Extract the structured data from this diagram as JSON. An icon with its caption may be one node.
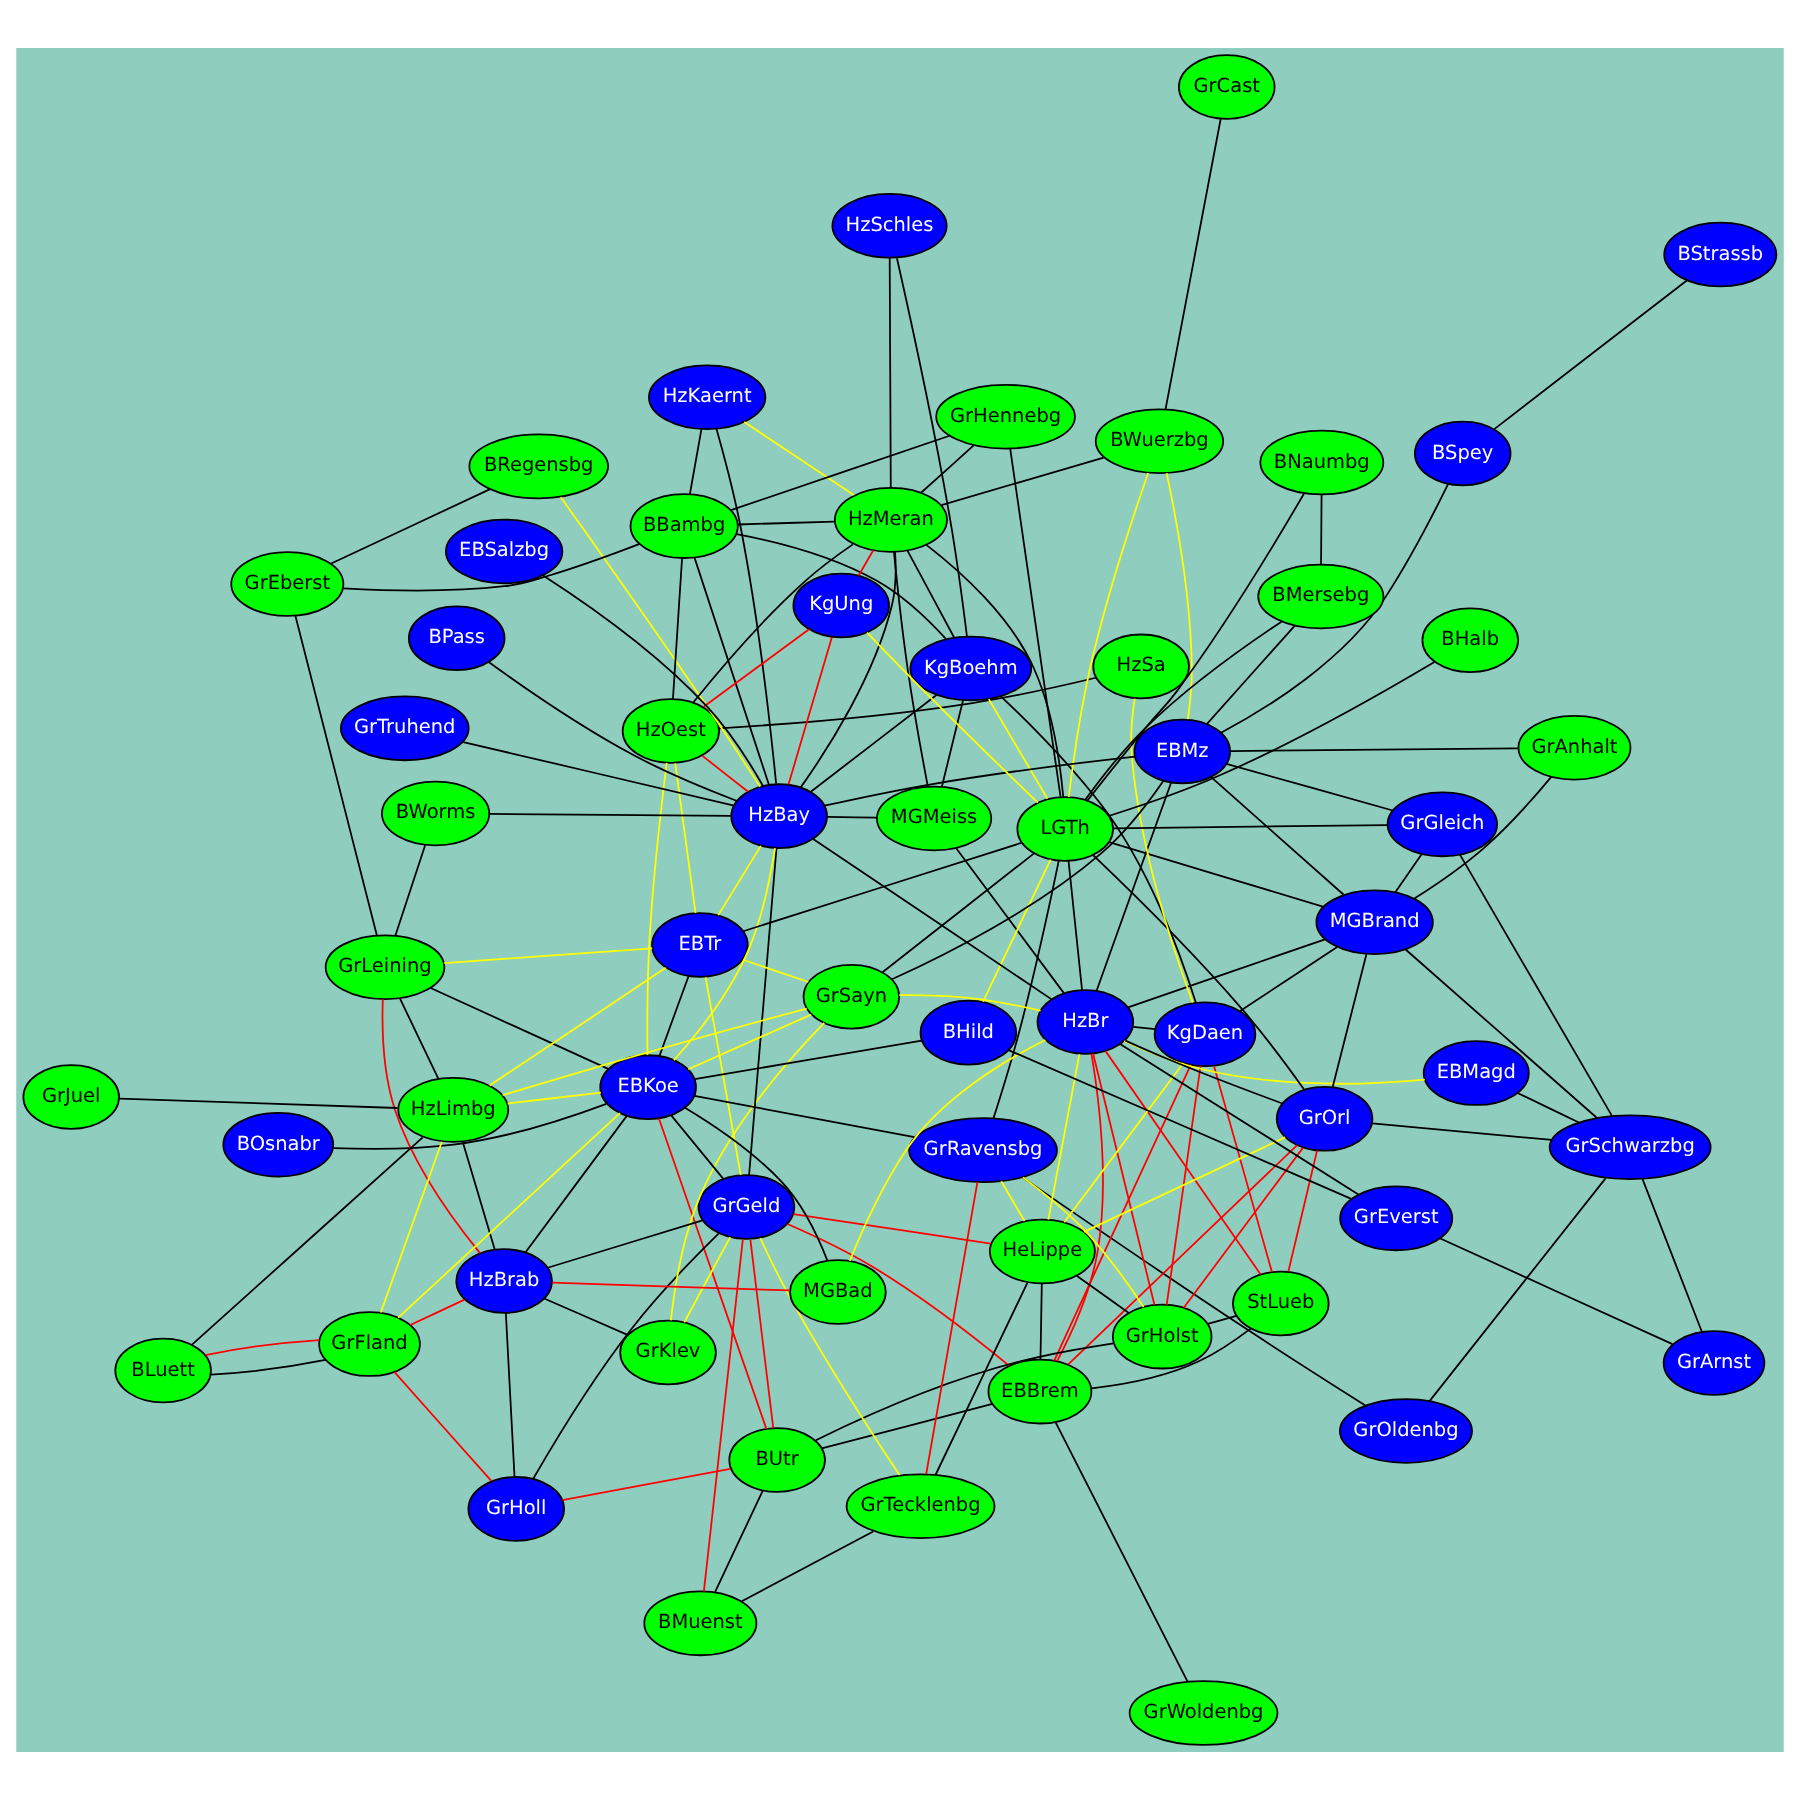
{
  "diagram": {
    "nodes": [
      {
        "text": [
          "GrWoldenbg"
        ]
      },
      {
        "text": [
          "BMuenst"
        ]
      },
      {
        "text": [
          "GrOldenbg"
        ]
      },
      {
        "text": [
          "StLueb"
        ]
      },
      {
        "text": [
          "EBBrem"
        ]
      },
      {
        "text": [
          "BUtr"
        ]
      },
      {
        "text": [
          "GrTecklenbg"
        ]
      },
      {
        "text": [
          "GrHolst"
        ]
      },
      {
        "text": [
          "HeLippe"
        ]
      },
      {
        "text": [
          "EBMagd"
        ]
      },
      {
        "text": [
          "GrHoll"
        ]
      },
      {
        "text": [
          "GrOrl"
        ]
      },
      {
        "text": [
          "KgDaen"
        ]
      },
      {
        "text": [
          "GrSchwarzbg"
        ]
      },
      {
        "text": [
          "GrArnst"
        ]
      },
      {
        "text": [
          "GrKlev"
        ]
      },
      {
        "text": [
          "GrGeld"
        ]
      },
      {
        "text": [
          "BOsnabr"
        ]
      },
      {
        "text": [
          "GrRavensbg"
        ]
      },
      {
        "text": [
          "HzBr"
        ]
      },
      {
        "text": [
          "MGBrand"
        ]
      },
      {
        "text": [
          "MGBad"
        ]
      },
      {
        "text": [
          "HzSa"
        ]
      },
      {
        "text": [
          "HzBrab"
        ]
      },
      {
        "text": [
          "BHild"
        ]
      },
      {
        "text": [
          "GrGleich"
        ]
      },
      {
        "text": [
          "GrFland"
        ]
      },
      {
        "text": [
          "EBKoe"
        ]
      },
      {
        "text": [
          "GrEverst"
        ]
      },
      {
        "text": [
          "BLuett"
        ]
      },
      {
        "text": [
          "GrSayn"
        ]
      },
      {
        "text": [
          "GrAnhalt"
        ]
      },
      {
        "text": [
          "HzLimbg"
        ]
      },
      {
        "text": [
          "MGMeiss"
        ]
      },
      {
        "text": [
          "EBMz"
        ]
      },
      {
        "text": [
          "LGTh"
        ]
      },
      {
        "text": [
          "BSpey"
        ]
      },
      {
        "text": [
          "BStrassb"
        ]
      },
      {
        "text": [
          "EBTr"
        ]
      },
      {
        "text": [
          "HzBay"
        ]
      },
      {
        "text": [
          "KgBoehm"
        ]
      },
      {
        "text": [
          "GrLeining"
        ]
      },
      {
        "text": [
          "HzOest"
        ]
      },
      {
        "text": [
          "KgUng"
        ]
      },
      {
        "text": [
          "BWorms"
        ]
      },
      {
        "text": [
          "GrJuel"
        ]
      },
      {
        "text": [
          "BMersebg"
        ]
      },
      {
        "text": [
          "BHalb"
        ]
      },
      {
        "text": [
          "BRegensbg"
        ]
      },
      {
        "text": [
          "HzMeran"
        ]
      },
      {
        "text": [
          "GrHennebg"
        ]
      },
      {
        "text": [
          "BNaumbg"
        ]
      },
      {
        "text": [
          "EBSalzbg"
        ]
      },
      {
        "text": [
          "BPass"
        ]
      },
      {
        "text": [
          "BBambg"
        ]
      },
      {
        "text": [
          "BWuerzbg"
        ]
      },
      {
        "text": [
          "GrTruhend"
        ]
      },
      {
        "text": [
          "HzKaernt"
        ]
      },
      {
        "text": [
          "GrEberst"
        ]
      },
      {
        "text": [
          "HzSchles"
        ]
      },
      {
        "text": [
          "GrCast"
        ]
      }
    ],
    "edges": [
      {
        "from": 0,
        "to": 4,
        "arrow": "none"
      },
      {
        "from": 1,
        "to": 5,
        "arrow": "none"
      },
      {
        "from": 1,
        "to": 6,
        "arrow": "none"
      },
      {
        "from": 1,
        "to": 16,
        "arrow": "none",
        "color": "#ff0000"
      },
      {
        "from": 5,
        "to": 4,
        "arrow": "none"
      },
      {
        "from": 5,
        "to": 7,
        "arrow": "none"
      },
      {
        "from": 5,
        "to": 10,
        "arrow": "none",
        "color": "#ff0000"
      },
      {
        "from": 5,
        "to": 16,
        "arrow": "none",
        "color": "#ff0000"
      },
      {
        "from": 5,
        "to": 27,
        "arrow": "none",
        "color": "#ff0000"
      },
      {
        "from": 6,
        "to": 8,
        "arrow": "none"
      },
      {
        "from": 6,
        "to": 16,
        "arrow": "none",
        "color": "#ffff00"
      },
      {
        "from": 6,
        "to": 18,
        "arrow": "none",
        "color": "#ff0000"
      },
      {
        "from": 4,
        "to": 8,
        "arrow": "none"
      },
      {
        "from": 4,
        "to": 3,
        "arrow": "none"
      },
      {
        "from": 4,
        "to": 16,
        "arrow": "none",
        "color": "#ff0000"
      },
      {
        "from": 4,
        "to": 19,
        "arrow": "none",
        "color": "#ff0000"
      },
      {
        "from": 4,
        "to": 12,
        "arrow": "none",
        "color": "#ff0000"
      },
      {
        "from": 4,
        "to": 11,
        "arrow": "none",
        "color": "#ff0000"
      },
      {
        "from": 8,
        "to": 16,
        "arrow": "none",
        "color": "#ff0000"
      },
      {
        "from": 8,
        "to": 11,
        "arrow": "none",
        "color": "#ffff00"
      },
      {
        "from": 8,
        "to": 18,
        "arrow": "none",
        "color": "#ffff00"
      },
      {
        "from": 8,
        "to": 19,
        "arrow": "none",
        "color": "#ffff00"
      },
      {
        "from": 8,
        "to": 12,
        "arrow": "none",
        "color": "#ffff00"
      },
      {
        "from": 8,
        "to": 7,
        "arrow": "none"
      },
      {
        "from": 7,
        "to": 3,
        "arrow": "none"
      },
      {
        "from": 7,
        "to": 11,
        "arrow": "none",
        "color": "#ff0000"
      },
      {
        "from": 7,
        "to": 19,
        "arrow": "none",
        "color": "#ff0000"
      },
      {
        "from": 7,
        "to": 12,
        "arrow": "none",
        "color": "#ff0000"
      },
      {
        "from": 7,
        "to": 18,
        "arrow": "none",
        "color": "#ffff00"
      },
      {
        "from": 3,
        "to": 11,
        "arrow": "none",
        "color": "#ff0000"
      },
      {
        "from": 3,
        "to": 12,
        "arrow": "none",
        "color": "#ff0000"
      },
      {
        "from": 3,
        "to": 19,
        "arrow": "none",
        "color": "#ff0000"
      },
      {
        "from": 2,
        "to": 18,
        "arrow": "none"
      },
      {
        "from": 2,
        "to": 13,
        "arrow": "none"
      },
      {
        "from": 9,
        "to": 13,
        "arrow": "none"
      },
      {
        "from": 9,
        "to": 19,
        "arrow": "none",
        "color": "#ffff00"
      },
      {
        "from": 11,
        "to": 13,
        "arrow": "none"
      },
      {
        "from": 11,
        "to": 20,
        "arrow": "none"
      },
      {
        "from": 11,
        "to": 19,
        "arrow": "none"
      },
      {
        "from": 11,
        "to": 35,
        "arrow": "none"
      },
      {
        "from": 13,
        "to": 14,
        "arrow": "none"
      },
      {
        "from": 13,
        "to": 20,
        "arrow": "none"
      },
      {
        "from": 13,
        "to": 25,
        "arrow": "none"
      },
      {
        "from": 14,
        "to": 28,
        "arrow": "none"
      },
      {
        "from": 12,
        "to": 20,
        "arrow": "none"
      },
      {
        "from": 12,
        "to": 19,
        "arrow": "none"
      },
      {
        "from": 12,
        "to": 40,
        "arrow": "none"
      },
      {
        "from": 22,
        "to": 12,
        "arrow": "none",
        "color": "#ffff00"
      },
      {
        "from": 19,
        "to": 20,
        "arrow": "none"
      },
      {
        "from": 21,
        "to": 19,
        "arrow": "none",
        "color": "#ffff00"
      },
      {
        "from": 15,
        "to": 16,
        "arrow": "none",
        "color": "#ffff00"
      },
      {
        "from": 15,
        "to": 23,
        "arrow": "none"
      },
      {
        "from": 15,
        "to": 30,
        "arrow": "none",
        "color": "#ffff00"
      },
      {
        "from": 10,
        "to": 16,
        "arrow": "none"
      },
      {
        "from": 10,
        "to": 23,
        "arrow": "none"
      },
      {
        "from": 10,
        "to": 26,
        "arrow": "none",
        "color": "#ff0000"
      },
      {
        "from": 17,
        "to": 27,
        "arrow": "none"
      },
      {
        "from": 16,
        "to": 23,
        "arrow": "none"
      },
      {
        "from": 16,
        "to": 27,
        "arrow": "none"
      },
      {
        "from": 16,
        "to": 39,
        "arrow": "none"
      },
      {
        "from": 16,
        "to": 38,
        "arrow": "none",
        "color": "#ffff00"
      },
      {
        "from": 21,
        "to": 23,
        "arrow": "none",
        "color": "#ff0000"
      },
      {
        "from": 21,
        "to": 27,
        "arrow": "none"
      },
      {
        "from": 18,
        "to": 27,
        "arrow": "none"
      },
      {
        "from": 18,
        "to": 35,
        "arrow": "none"
      },
      {
        "from": 22,
        "to": 42,
        "arrow": "none"
      },
      {
        "from": 23,
        "to": 27,
        "arrow": "none"
      },
      {
        "from": 23,
        "to": 26,
        "arrow": "none",
        "color": "#ff0000"
      },
      {
        "from": 23,
        "to": 32,
        "arrow": "none"
      },
      {
        "from": 23,
        "to": 41,
        "arrow": "none",
        "color": "#ff0000"
      },
      {
        "from": 27,
        "to": 24,
        "arrow": "none"
      },
      {
        "from": 27,
        "to": 30,
        "arrow": "none",
        "color": "#ffff00"
      },
      {
        "from": 27,
        "to": 38,
        "arrow": "none"
      },
      {
        "from": 27,
        "to": 42,
        "arrow": "none",
        "color": "#ffff00"
      },
      {
        "from": 27,
        "to": 39,
        "arrow": "none",
        "color": "#ffff00"
      },
      {
        "from": 27,
        "to": 32,
        "arrow": "none",
        "color": "#ffff00"
      },
      {
        "from": 27,
        "to": 41,
        "arrow": "none"
      },
      {
        "from": 26,
        "to": 27,
        "arrow": "none",
        "color": "#ffff00"
      },
      {
        "from": 26,
        "to": 29,
        "arrow": "none"
      },
      {
        "from": 26,
        "to": 29,
        "arrow": "none",
        "color": "#ff0000"
      },
      {
        "from": 26,
        "to": 32,
        "arrow": "none",
        "color": "#ffff00"
      },
      {
        "from": 29,
        "to": 32,
        "arrow": "none"
      },
      {
        "from": 32,
        "to": 30,
        "arrow": "none",
        "color": "#ffff00"
      },
      {
        "from": 32,
        "to": 38,
        "arrow": "none",
        "color": "#ffff00"
      },
      {
        "from": 32,
        "to": 45,
        "arrow": "none"
      },
      {
        "from": 32,
        "to": 41,
        "arrow": "none"
      },
      {
        "from": 41,
        "to": 38,
        "arrow": "none",
        "color": "#ffff00"
      },
      {
        "from": 41,
        "to": 44,
        "arrow": "none"
      },
      {
        "from": 41,
        "to": 58,
        "arrow": "none"
      },
      {
        "from": 44,
        "to": 39,
        "arrow": "none"
      },
      {
        "from": 38,
        "to": 39,
        "arrow": "none",
        "color": "#ffff00"
      },
      {
        "from": 38,
        "to": 42,
        "arrow": "none",
        "color": "#ffff00"
      },
      {
        "from": 38,
        "to": 35,
        "arrow": "none"
      },
      {
        "from": 30,
        "to": 38,
        "arrow": "none",
        "color": "#ffff00"
      },
      {
        "from": 30,
        "to": 19,
        "arrow": "none",
        "color": "#ffff00"
      },
      {
        "from": 30,
        "to": 34,
        "arrow": "none"
      },
      {
        "from": 30,
        "to": 35,
        "arrow": "none"
      },
      {
        "from": 39,
        "to": 19,
        "arrow": "none"
      },
      {
        "from": 39,
        "to": 42,
        "arrow": "none",
        "color": "#ff0000"
      },
      {
        "from": 39,
        "to": 43,
        "arrow": "none",
        "color": "#ff0000"
      },
      {
        "from": 39,
        "to": 40,
        "arrow": "none"
      },
      {
        "from": 39,
        "to": 33,
        "arrow": "none"
      },
      {
        "from": 39,
        "to": 34,
        "arrow": "none"
      },
      {
        "from": 39,
        "to": 49,
        "arrow": "none"
      },
      {
        "from": 39,
        "to": 54,
        "arrow": "none"
      },
      {
        "from": 39,
        "to": 57,
        "arrow": "none"
      },
      {
        "from": 39,
        "to": 48,
        "arrow": "none",
        "color": "#ffff00"
      },
      {
        "from": 42,
        "to": 43,
        "arrow": "none",
        "color": "#ff0000"
      },
      {
        "from": 42,
        "to": 49,
        "arrow": "none"
      },
      {
        "from": 42,
        "to": 54,
        "arrow": "none"
      },
      {
        "from": 43,
        "to": 49,
        "arrow": "none",
        "color": "#ff0000"
      },
      {
        "from": 43,
        "to": 35,
        "arrow": "none",
        "color": "#ffff00"
      },
      {
        "from": 24,
        "to": 28,
        "arrow": "none"
      },
      {
        "from": 24,
        "to": 35,
        "arrow": "none",
        "color": "#ffff00"
      },
      {
        "from": 19,
        "to": 28,
        "arrow": "none"
      },
      {
        "from": 19,
        "to": 34,
        "arrow": "none"
      },
      {
        "from": 19,
        "to": 35,
        "arrow": "none"
      },
      {
        "from": 19,
        "to": 33,
        "arrow": "none"
      },
      {
        "from": 20,
        "to": 34,
        "arrow": "none"
      },
      {
        "from": 20,
        "to": 35,
        "arrow": "none"
      },
      {
        "from": 20,
        "to": 25,
        "arrow": "none"
      },
      {
        "from": 20,
        "to": 31,
        "arrow": "none"
      },
      {
        "from": 25,
        "to": 34,
        "arrow": "none"
      },
      {
        "from": 25,
        "to": 35,
        "arrow": "none"
      },
      {
        "from": 34,
        "to": 36,
        "arrow": "none"
      },
      {
        "from": 36,
        "to": 37,
        "arrow": "none"
      },
      {
        "from": 34,
        "to": 31,
        "arrow": "none"
      },
      {
        "from": 34,
        "to": 46,
        "arrow": "none"
      },
      {
        "from": 34,
        "to": 55,
        "arrow": "none",
        "color": "#ffff00"
      },
      {
        "from": 35,
        "to": 46,
        "arrow": "none"
      },
      {
        "from": 35,
        "to": 47,
        "arrow": "none"
      },
      {
        "from": 35,
        "to": 40,
        "arrow": "none",
        "color": "#ffff00"
      },
      {
        "from": 35,
        "to": 49,
        "arrow": "none"
      },
      {
        "from": 35,
        "to": 50,
        "arrow": "none"
      },
      {
        "from": 35,
        "to": 51,
        "arrow": "none"
      },
      {
        "from": 35,
        "to": 55,
        "arrow": "none",
        "color": "#ffff00"
      },
      {
        "from": 33,
        "to": 40,
        "arrow": "none"
      },
      {
        "from": 33,
        "to": 49,
        "arrow": "none"
      },
      {
        "from": 46,
        "to": 51,
        "arrow": "none"
      },
      {
        "from": 40,
        "to": 49,
        "arrow": "none"
      },
      {
        "from": 40,
        "to": 59,
        "arrow": "none"
      },
      {
        "from": 40,
        "to": 54,
        "arrow": "none"
      },
      {
        "from": 49,
        "to": 50,
        "arrow": "none"
      },
      {
        "from": 49,
        "to": 54,
        "arrow": "none"
      },
      {
        "from": 49,
        "to": 59,
        "arrow": "none"
      },
      {
        "from": 49,
        "to": 55,
        "arrow": "none"
      },
      {
        "from": 49,
        "to": 57,
        "arrow": "none",
        "color": "#ffff00"
      },
      {
        "from": 54,
        "to": 50,
        "arrow": "none"
      },
      {
        "from": 54,
        "to": 58,
        "arrow": "none"
      },
      {
        "from": 54,
        "to": 57,
        "arrow": "none"
      },
      {
        "from": 48,
        "to": 58,
        "arrow": "none"
      },
      {
        "from": 52,
        "to": 39,
        "arrow": "none"
      },
      {
        "from": 53,
        "to": 39,
        "arrow": "none"
      },
      {
        "from": 56,
        "to": 39,
        "arrow": "none"
      },
      {
        "from": 55,
        "to": 60,
        "arrow": "none"
      }
    ]
  }
}
